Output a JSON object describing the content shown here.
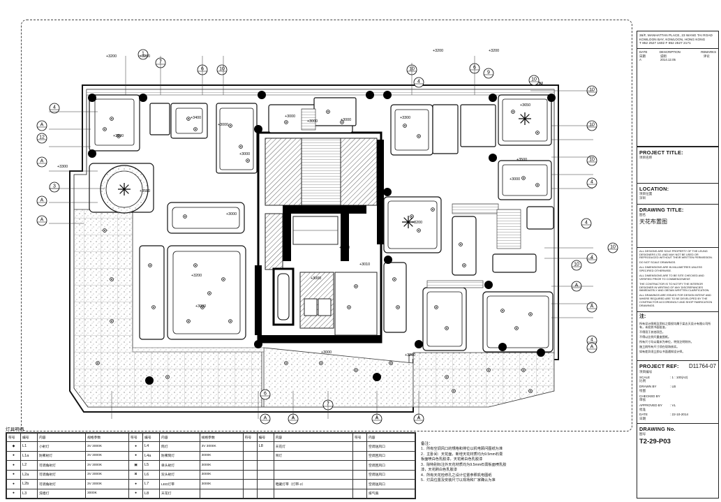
{
  "title_block": {
    "firm_lines": [
      "36/F, MANHATTAN PLACE, 23 WANG TAI ROAD",
      "KOWLOON BAY, KOWLOON, HONG KONG",
      "T 852 2527 1602 F 852 2527 2171"
    ],
    "revision_header": [
      "DATE",
      "DESCRIPTION",
      "REMARKS"
    ],
    "revision_header_cn": [
      "日期",
      "说明",
      "评论"
    ],
    "revision_rows": [
      [
        "A",
        "2014.12.05",
        ""
      ]
    ],
    "project_title_label": "PROJECT TITLE:",
    "project_title_cn": "项目名称",
    "location_label": "LOCATION:",
    "location_cn": "项目位置",
    "location_value_cn": "深圳",
    "drawing_title_label": "DRAWING TITLE:",
    "drawing_title_cn_label": "图名",
    "drawing_title_value_cn": "天花布置图",
    "general_notes": [
      "ALL DESIGNS ARE SOLE PROPERTY OF THE LEUNG DESIGNERS LTD. AND MAY NOT BE USED OR REPRODUCED WITHOUT THEIR WRITTEN PERMISSION.",
      "DO NOT SCALE DRAWINGS.",
      "ALL DIMENSIONS ARE IN MILLIMETRES UNLESS SPECIFIED OTHERWISE.",
      "ALL DIMENSIONS ARE TO BE SITE CHECKED AND VERIFIED PRIOR TO COMMENCEMENT.",
      "THE CONTRACTOR IS TO NOTIFY THE INTERIOR DESIGNER IN WRITING OF ANY DISCREPANCIES IMMEDIATELY AND OBTAIN WRITTEN CLARIFICATION.",
      "ALL DRAWINGS ARE ISSUED FOR DESIGN INTENT AND WHERE REQUIRED ARE TO BE DEVELOPED BY THE CONTRACTOR ACCORDINGLY AND SHOP FABRICATION DRAWINGS."
    ],
    "cn_notes_header": "注:",
    "cn_notes": [
      "所有设计图纸及资料之版权均属于梁志天设计有限公司所有，未经其书面批准，",
      "不得用于其他项目。",
      "不得以比例尺量度图纸。",
      "所有尺寸均以毫米为单位，特别注明除外。",
      "施工前所有尺寸须在现场核实。",
      "如有差异须立即以书面通知设计师。"
    ],
    "project_ref_label": "PROJECT REF:",
    "project_ref_cn": "项目编号",
    "project_ref_value": "D11764-07",
    "scale_label": "SCALE",
    "scale_cn": "比例",
    "scale_value": ": 1 : 100(A2)",
    "drawn_by_label": "DRAWN BY",
    "drawn_by_cn": "绘图",
    "drawn_by_value": ": LB",
    "checked_by_label": "CHECKED BY",
    "checked_by_cn": "审核",
    "approved_by_label": "APPROVED BY",
    "approved_by_cn": "批准",
    "approved_by_value": ": VL",
    "date_label": "DATE",
    "date_cn": "日期",
    "date_value": ": 22-10-2014",
    "drawing_no_label": "DRAWING No.",
    "drawing_no_cn": "图号",
    "drawing_no_value": "T2-29-P03"
  },
  "plan": {
    "north_label": "N",
    "ceiling_heights": [
      "+3200",
      "+3200",
      "+3200",
      "+3200",
      "+3000",
      "+3000",
      "+3400",
      "+3000",
      "+3000",
      "+3500",
      "+3000",
      "+3300",
      "+3650",
      "+3500",
      "+3550",
      "+3000",
      "+3000",
      "+3200",
      "+3000",
      "+3000",
      "+3010",
      "+3000",
      "+3000",
      "+3200",
      "+3200",
      "+3300"
    ],
    "grid_tags_left": [
      "4",
      "A",
      "12",
      "A",
      "3",
      "A",
      "A"
    ],
    "grid_tags_right": [
      "10",
      "10",
      "10",
      "4",
      "4",
      "10",
      "4",
      "10",
      "A",
      "A",
      "4",
      "A"
    ],
    "grid_tags_bottom": [
      "6",
      "A",
      "7",
      "A",
      "A",
      "A"
    ],
    "grid_tags_top": [
      "1",
      "7",
      "6",
      "10",
      "10",
      "4",
      "6",
      "9",
      "10"
    ]
  },
  "legend": {
    "title": "灯具明细",
    "headers": [
      "符号",
      "编号",
      "内容",
      "规格参数"
    ],
    "rows": [
      [
        {
          "code": "L1",
          "name": "小射灯",
          "spec": "3V 3000K"
        },
        {
          "code": "L4",
          "name": "筒灯",
          "spec": "3V 3000K"
        },
        {
          "code": "L8",
          "name": "天花灯",
          "spec": ""
        }
      ],
      [
        {
          "code": "L1a",
          "name": "防雾射灯",
          "spec": "3V 3000K"
        },
        {
          "code": "L4a",
          "name": "防雾筒灯",
          "spec": "3000K"
        },
        {
          "code": "",
          "name": "吊灯",
          "spec": ""
        }
      ],
      [
        {
          "code": "L2",
          "name": "可调角射灯",
          "spec": "3V 3000K"
        },
        {
          "code": "L5",
          "name": "单头射灯",
          "spec": "3000K"
        },
        {
          "code": "",
          "name": "",
          "spec": ""
        }
      ],
      [
        {
          "code": "L2a",
          "name": "可调角射灯",
          "spec": "3V 3000K"
        },
        {
          "code": "L6",
          "name": "双头射灯",
          "spec": "3000K"
        },
        {
          "code": "",
          "name": "",
          "spec": ""
        }
      ],
      [
        {
          "code": "L2b",
          "name": "可调角射灯",
          "spec": "3V 3000K"
        },
        {
          "code": "L7",
          "name": "LED灯带",
          "spec": "3000K"
        },
        {
          "code": "",
          "name": "暗藏灯带（灯带-2）",
          "spec": ""
        }
      ],
      [
        {
          "code": "L3",
          "name": "洗墙灯",
          "spec": "3000K"
        },
        {
          "code": "L8",
          "name": "天花灯",
          "spec": ""
        },
        {
          "code": "",
          "name": "",
          "spec": ""
        }
      ]
    ],
    "extra_column_labels": [
      "空调送风口",
      "空调回风口",
      "空调回风口",
      "空调送风口",
      "空调送风口",
      "排气扇"
    ]
  },
  "notes": {
    "header": "备注：",
    "lines": [
      "1．所有空调风口的規格和排位以机电顾问图纸为准",
      "2．主卧间：天花面，新增天花材质均为9.5mm石膏",
      "    板面喷白色乳胶漆，天花刷白色乳胶漆",
      "3．除特别标注外天花材质均为9.5mm石膏板面喷乳胶",
      "    漆，天花刷白色乳胶漆",
      "4．所有天花检修孔之设计位置参照机电图纸",
      "5．灯具位置及安装尺寸以现场和厂家确认为准"
    ]
  }
}
